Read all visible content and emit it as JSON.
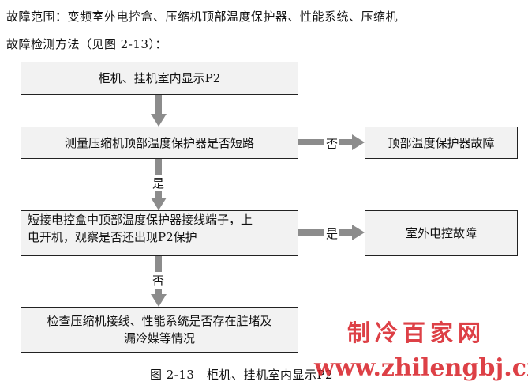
{
  "header": {
    "scope_line": "故障范围：变频室外电控盒、压缩机顶部温度保护器、性能系统、压缩机",
    "method_line": "故障检测方法（见图 2-13）："
  },
  "flowchart": {
    "start": "柜机、挂机室内显示P2",
    "step1": "测量压缩机顶部温度保护器是否短路",
    "step1_no_result": "顶部温度保护器故障",
    "step2_line1": "短接电控盒中顶部温度保护器接线端子，上",
    "step2_line2": "电开机，观察是否还出现P2保护",
    "step2_yes_result": "室外电控故障",
    "step3_line1": "检查压缩机接线、性能系统是否存在脏堵及",
    "step3_line2": "漏冷媒等情况",
    "edge_no_1": "否",
    "edge_yes_1": "是",
    "edge_yes_2": "是",
    "edge_no_2": "否"
  },
  "caption": "图 2-13　柜机、挂机室内显示P2",
  "watermark": {
    "brand": "制冷百家网",
    "url": "www.zhilengbj.cn"
  },
  "colors": {
    "arrow": "#8c8c8c",
    "box_fill": "#f2f2f2",
    "watermark": "#d81f26"
  }
}
